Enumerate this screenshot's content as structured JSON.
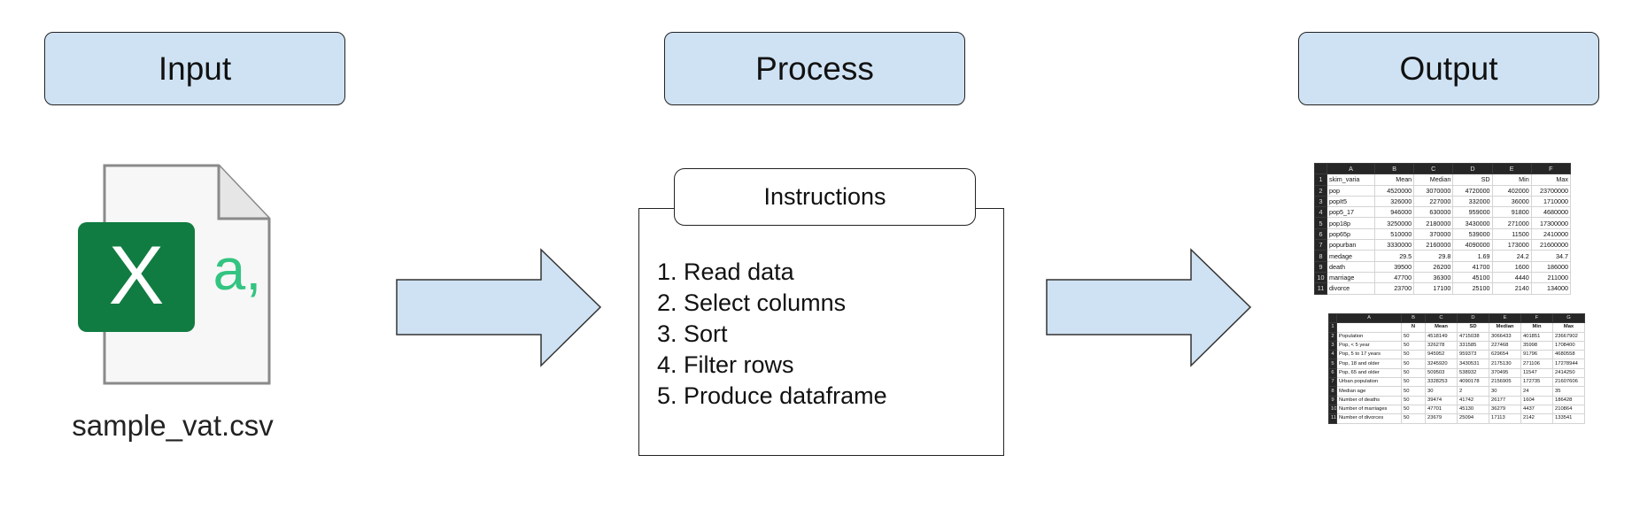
{
  "headers": {
    "input": "Input",
    "process": "Process",
    "output": "Output"
  },
  "input": {
    "filename": "sample_vat.csv",
    "icon_letters": "X",
    "icon_badge_text": "a,",
    "excel_green": "#107c41",
    "badge_green": "#33c481"
  },
  "process": {
    "instructions_title": "Instructions",
    "steps": [
      "1. Read data",
      "2. Select columns",
      "3. Sort",
      "4. Filter rows",
      "5. Produce dataframe"
    ]
  },
  "colors": {
    "header_fill": "#cfe2f3",
    "arrow_fill": "#cfe2f3",
    "border": "#222222"
  },
  "output": {
    "table1": {
      "column_letters": [
        "A",
        "B",
        "C",
        "D",
        "E",
        "F"
      ],
      "rows": [
        [
          "skim_varia",
          "Mean",
          "Median",
          "SD",
          "Min",
          "Max"
        ],
        [
          "pop",
          "4520000",
          "3070000",
          "4720000",
          "402000",
          "23700000"
        ],
        [
          "popIt5",
          "326000",
          "227000",
          "332000",
          "36000",
          "1710000"
        ],
        [
          "pop5_17",
          "946000",
          "630000",
          "959000",
          "91800",
          "4680000"
        ],
        [
          "pop18p",
          "3250000",
          "2180000",
          "3430000",
          "271000",
          "17300000"
        ],
        [
          "pop65p",
          "510000",
          "370000",
          "539000",
          "11500",
          "2410000"
        ],
        [
          "popurban",
          "3330000",
          "2160000",
          "4090000",
          "173000",
          "21600000"
        ],
        [
          "medage",
          "29.5",
          "29.8",
          "1.69",
          "24.2",
          "34.7"
        ],
        [
          "death",
          "39500",
          "26200",
          "41700",
          "1600",
          "186000"
        ],
        [
          "marriage",
          "47700",
          "36300",
          "45100",
          "4440",
          "211000"
        ],
        [
          "divorce",
          "23700",
          "17100",
          "25100",
          "2140",
          "134000"
        ]
      ]
    },
    "table2": {
      "column_letters": [
        "A",
        "B",
        "C",
        "D",
        "E",
        "F",
        "G"
      ],
      "rows": [
        [
          "",
          "N",
          "Mean",
          "SD",
          "Median",
          "Min",
          "Max"
        ],
        [
          "Population",
          "50",
          "4518149",
          "4715038",
          "3066433",
          "401851",
          "23667902"
        ],
        [
          "Pop, < 5 year",
          "50",
          "326278",
          "331585",
          "227468",
          "35998",
          "1708400"
        ],
        [
          "Pop, 5 to 17 years",
          "50",
          "945952",
          "959373",
          "629654",
          "91796",
          "4680558"
        ],
        [
          "Pop, 18 and older",
          "50",
          "3245920",
          "3430531",
          "2175130",
          "271106",
          "17278944"
        ],
        [
          "Pop, 65 and older",
          "50",
          "509503",
          "538932",
          "370495",
          "11547",
          "2414250"
        ],
        [
          "Urban population",
          "50",
          "3328253",
          "4090178",
          "2156905",
          "172735",
          "21607606"
        ],
        [
          "Median age",
          "50",
          "30",
          "2",
          "30",
          "24",
          "35"
        ],
        [
          "Number of deaths",
          "50",
          "39474",
          "41742",
          "26177",
          "1604",
          "186428"
        ],
        [
          "Number of marriages",
          "50",
          "47701",
          "45130",
          "36279",
          "4437",
          "210864"
        ],
        [
          "Number of divorces",
          "50",
          "23679",
          "25094",
          "17113",
          "2142",
          "133541"
        ]
      ]
    }
  }
}
